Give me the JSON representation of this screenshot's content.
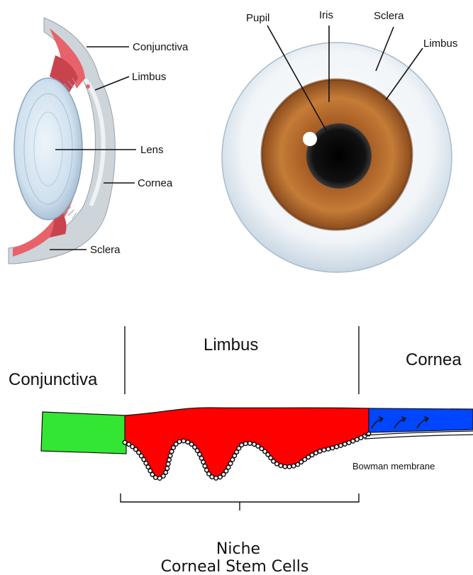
{
  "cross_section": {
    "labels": {
      "conjunctiva": "Conjunctiva",
      "limbus": "Limbus",
      "lens": "Lens",
      "cornea": "Cornea",
      "sclera": "Sclera"
    }
  },
  "front_view": {
    "labels": {
      "pupil": "Pupil",
      "iris": "Iris",
      "sclera": "Sclera",
      "limbus": "Limbus"
    }
  },
  "schematic": {
    "region_labels": {
      "conjunctiva": "Conjunctiva",
      "limbus": "Limbus",
      "cornea": "Cornea"
    },
    "bowman_label": "Bowman membrane",
    "niche_title": "Niche",
    "niche_subtitle": "Corneal Stem Cells",
    "colors": {
      "conjunctiva": "#33e633",
      "limbus": "#ff0000",
      "cornea": "#0046ff"
    }
  }
}
